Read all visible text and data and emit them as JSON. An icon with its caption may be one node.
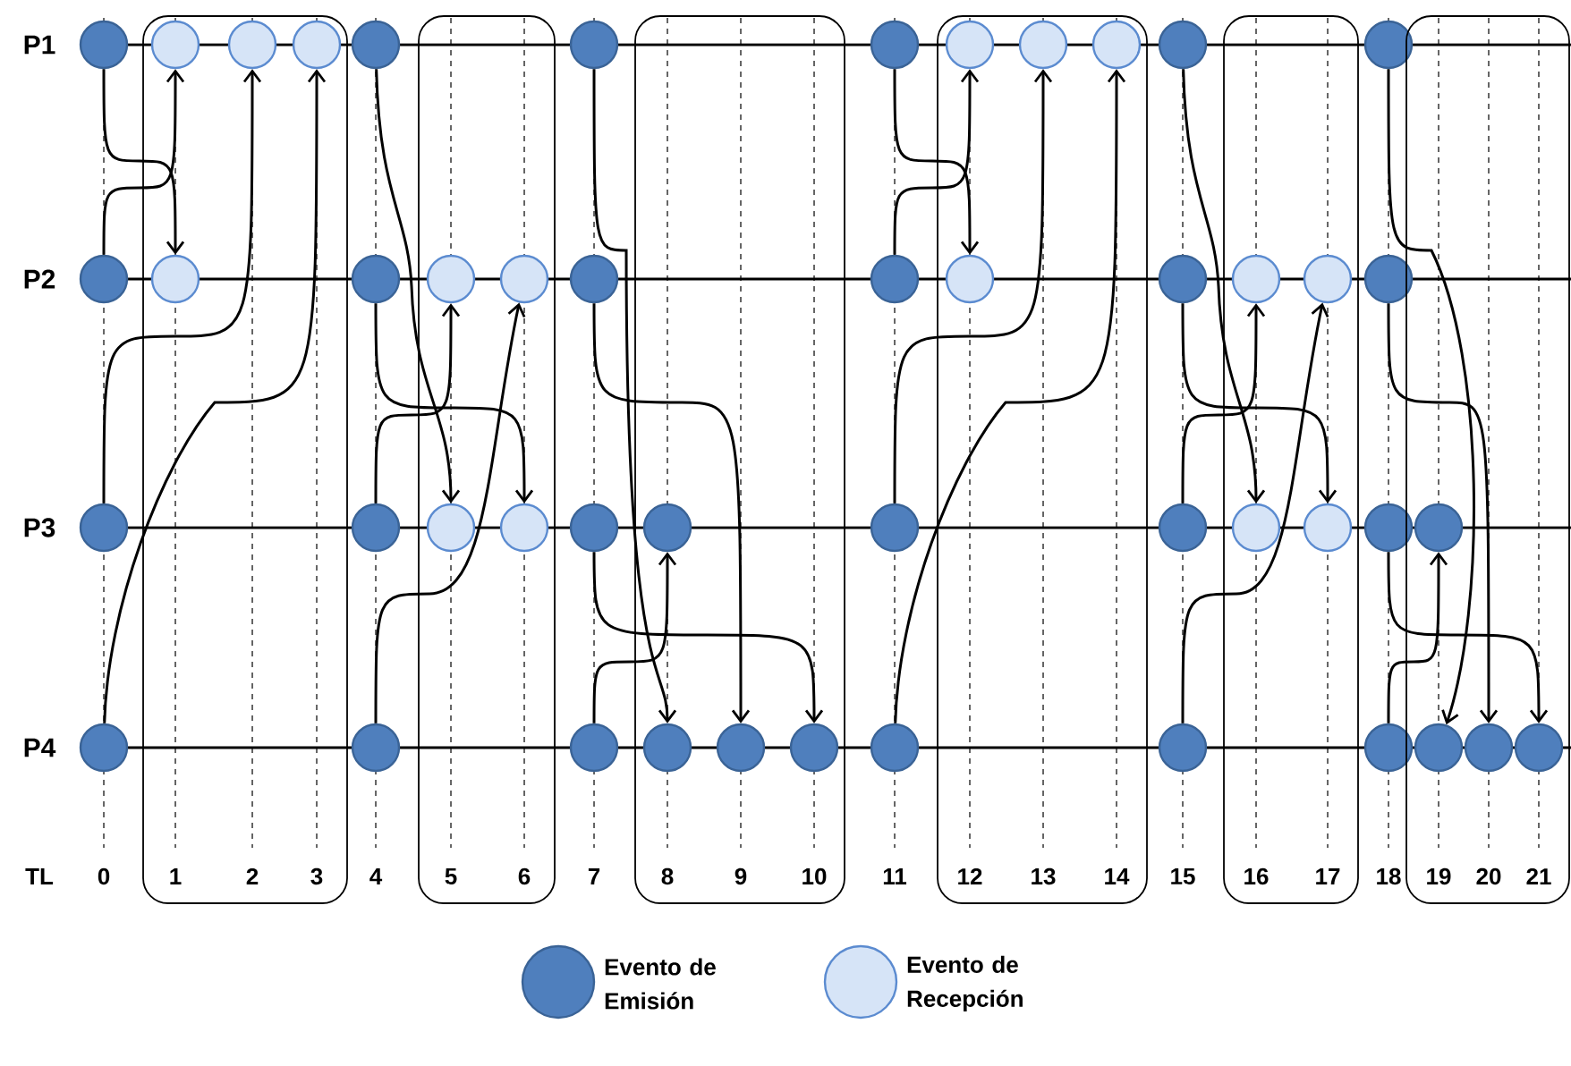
{
  "diagram": {
    "nodes": [
      {
        "text": [],
        "shape": "circle"
      },
      {
        "text": [],
        "shape": "circle"
      },
      {
        "text": [],
        "shape": "circle"
      },
      {
        "text": [],
        "shape": "circle"
      },
      {
        "text": [],
        "shape": "box"
      },
      {
        "text": [],
        "shape": "circle",
        "in": 4
      },
      {
        "text": [],
        "shape": "circle",
        "in": 4
      },
      {
        "text": [],
        "shape": "circle",
        "in": 4
      },
      {
        "text": [],
        "shape": "circle",
        "in": 4
      },
      {
        "text": [],
        "shape": "circle"
      },
      {
        "text": [],
        "shape": "circle"
      },
      {
        "text": [],
        "shape": "circle"
      },
      {
        "text": [],
        "shape": "circle"
      },
      {
        "text": [],
        "shape": "box"
      },
      {
        "text": [],
        "shape": "circle",
        "in": 13
      },
      {
        "text": [],
        "shape": "circle",
        "in": 13
      },
      {
        "text": [],
        "shape": "circle",
        "in": 13
      },
      {
        "text": [],
        "shape": "circle",
        "in": 13
      },
      {
        "text": [],
        "shape": "circle"
      },
      {
        "text": [],
        "shape": "circle"
      },
      {
        "text": [],
        "shape": "circle"
      },
      {
        "text": [],
        "shape": "circle"
      },
      {
        "text": [],
        "shape": "box"
      },
      {
        "text": [],
        "shape": "circle",
        "in": 22
      },
      {
        "text": [],
        "shape": "circle",
        "in": 22
      },
      {
        "text": [],
        "shape": "circle",
        "in": 22
      },
      {
        "text": [],
        "shape": "circle",
        "in": 22
      },
      {
        "text": [],
        "shape": "circle"
      },
      {
        "text": [],
        "shape": "circle"
      },
      {
        "text": [],
        "shape": "circle"
      },
      {
        "text": [],
        "shape": "circle"
      },
      {
        "text": [],
        "shape": "box"
      },
      {
        "text": [],
        "shape": "circle",
        "in": 31
      },
      {
        "text": [],
        "shape": "circle",
        "in": 31
      },
      {
        "text": [],
        "shape": "circle",
        "in": 31
      },
      {
        "text": [],
        "shape": "circle",
        "in": 31
      },
      {
        "text": [],
        "shape": "circle"
      },
      {
        "text": [],
        "shape": "circle"
      },
      {
        "text": [],
        "shape": "circle"
      },
      {
        "text": [],
        "shape": "circle"
      },
      {
        "text": [],
        "shape": "box"
      },
      {
        "text": [],
        "shape": "circle",
        "in": 40
      },
      {
        "text": [],
        "shape": "circle",
        "in": 40
      },
      {
        "text": [],
        "shape": "circle",
        "in": 40
      },
      {
        "text": [],
        "shape": "circle",
        "in": 40
      },
      {
        "text": [],
        "shape": "circle"
      },
      {
        "text": [],
        "shape": "circle"
      },
      {
        "text": [],
        "shape": "circle"
      },
      {
        "text": [],
        "shape": "circle"
      },
      {
        "text": [],
        "shape": "box"
      },
      {
        "text": [],
        "shape": "circle",
        "in": 49
      },
      {
        "text": [],
        "shape": "circle",
        "in": 49
      },
      {
        "text": [],
        "shape": "circle",
        "in": 49
      },
      {
        "text": [],
        "shape": "circle",
        "in": 49
      }
    ],
    "edges": [
      {
        "from": 0,
        "to": 6,
        "arrow": "to"
      },
      {
        "from": 1,
        "to": 5,
        "arrow": "to"
      },
      {
        "from": 2,
        "to": 7,
        "arrow": "to"
      },
      {
        "from": 3,
        "to": 8,
        "arrow": "to"
      },
      {
        "from": 9,
        "to": 15,
        "arrow": "to"
      },
      {
        "from": 10,
        "to": 17,
        "arrow": "to"
      },
      {
        "from": 11,
        "to": 14,
        "arrow": "to"
      },
      {
        "from": 12,
        "to": 16,
        "arrow": "to"
      },
      {
        "from": 18,
        "to": 24,
        "arrow": "to"
      },
      {
        "from": 19,
        "to": 25,
        "arrow": "to"
      },
      {
        "from": 20,
        "to": 26,
        "arrow": "to"
      },
      {
        "from": 21,
        "to": 23,
        "arrow": "to"
      },
      {
        "from": 27,
        "to": 33,
        "arrow": "to"
      },
      {
        "from": 28,
        "to": 32,
        "arrow": "to"
      },
      {
        "from": 29,
        "to": 34,
        "arrow": "to"
      },
      {
        "from": 30,
        "to": 35,
        "arrow": "to"
      },
      {
        "from": 36,
        "to": 42,
        "arrow": "to"
      },
      {
        "from": 37,
        "to": 44,
        "arrow": "to"
      },
      {
        "from": 38,
        "to": 41,
        "arrow": "to"
      },
      {
        "from": 39,
        "to": 43,
        "arrow": "to"
      },
      {
        "from": 45,
        "to": 51,
        "arrow": "to"
      },
      {
        "from": 46,
        "to": 52,
        "arrow": "to"
      },
      {
        "from": 47,
        "to": 53,
        "arrow": "to"
      },
      {
        "from": 48,
        "to": 50,
        "arrow": "to"
      }
    ],
    "labels": [
      "P1",
      "P2",
      "P3",
      "P4",
      "TL",
      "0",
      "1",
      "2",
      "3",
      "4",
      "5",
      "6",
      "7",
      "8",
      "9",
      "10",
      "11",
      "12",
      "13",
      "14",
      "15",
      "16",
      "17",
      "18",
      "19",
      "20",
      "21"
    ],
    "legend": [
      {
        "text": "Evento de Emisión",
        "color": "#4f7fbd"
      },
      {
        "text": "Evento de Recepción",
        "color": "#d6e4f7"
      }
    ]
  }
}
